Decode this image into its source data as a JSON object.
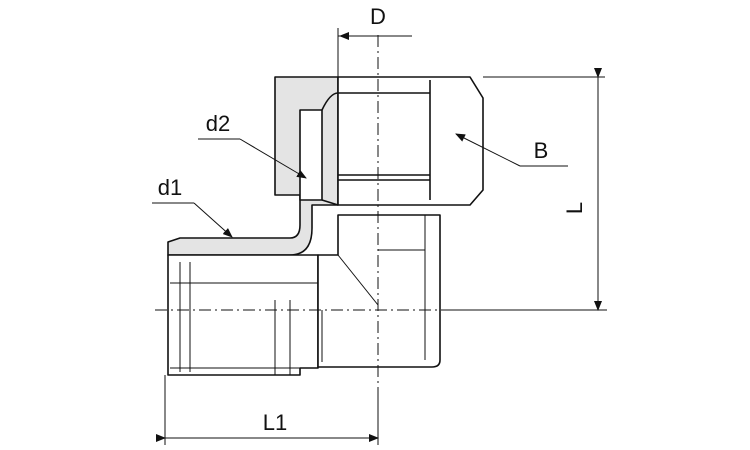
{
  "labels": {
    "D": "D",
    "B": "B",
    "d1": "d1",
    "d2": "d2",
    "L": "L",
    "L1": "L1"
  },
  "colors": {
    "line": "#111111",
    "shading": "#e4e4e4",
    "background": "#ffffff"
  }
}
